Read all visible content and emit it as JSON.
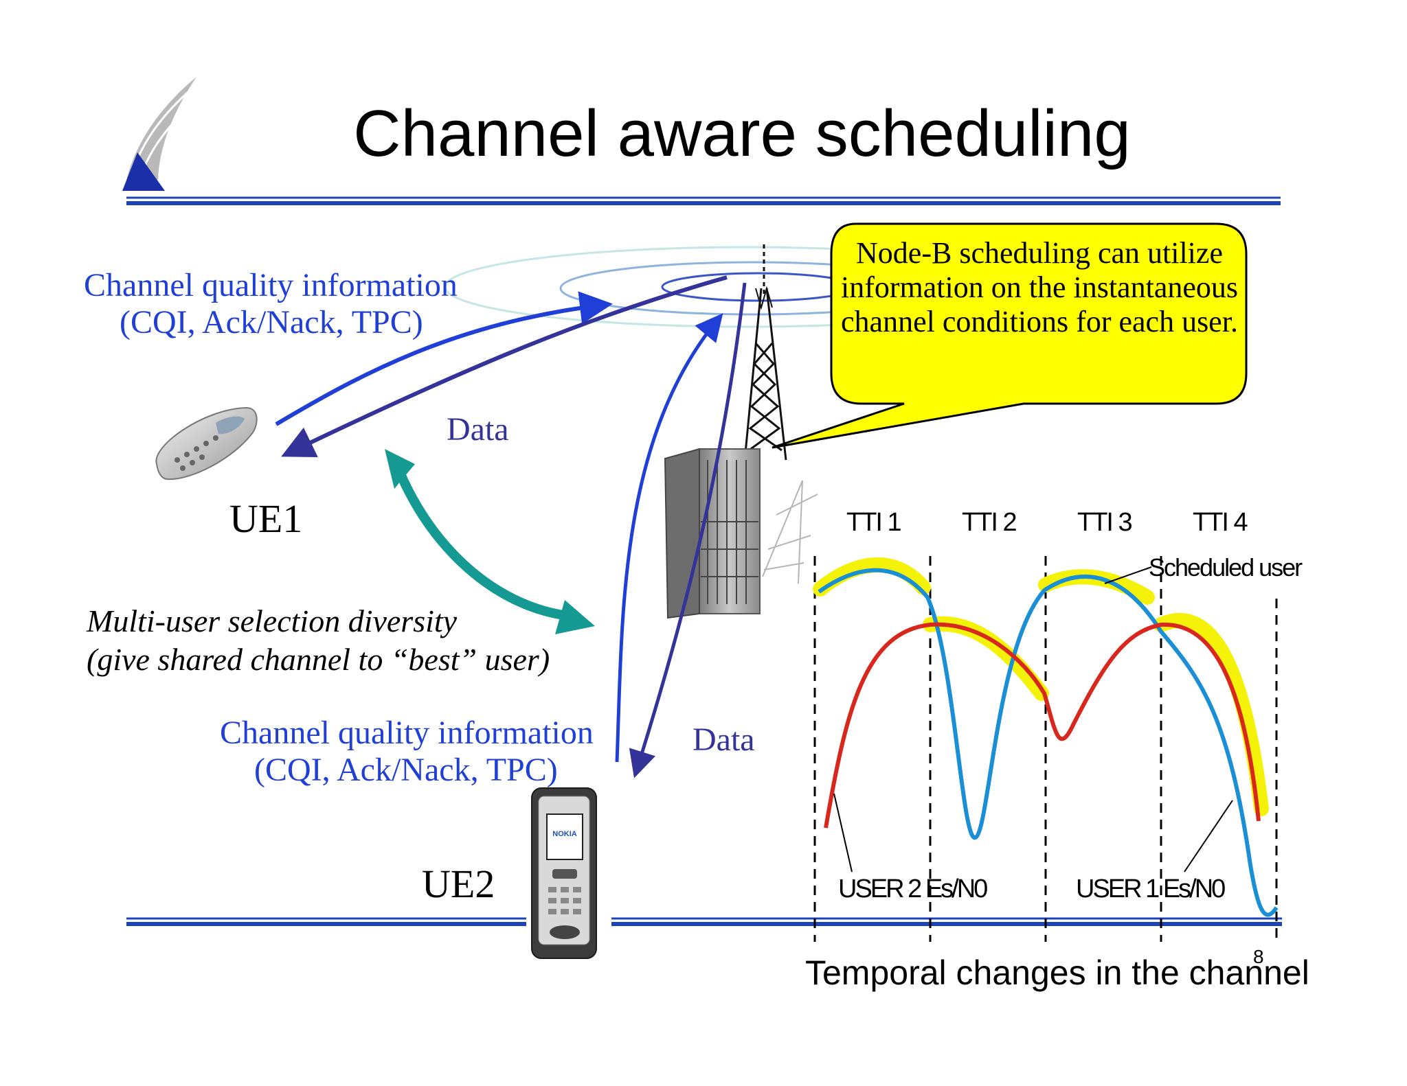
{
  "slide": {
    "title": "Channel aware scheduling",
    "page_number": "8"
  },
  "links": {
    "ue1_uplink_label_line1": "Channel quality information",
    "ue1_uplink_label_line2": "(CQI, Ack/Nack, TPC)",
    "ue1_downlink_label": "Data",
    "ue2_uplink_label_line1": "Channel quality information",
    "ue2_uplink_label_line2": "(CQI, Ack/Nack, TPC)",
    "ue2_downlink_label": "Data"
  },
  "nodes": {
    "ue1": "UE1",
    "ue2": "UE2"
  },
  "diversity": {
    "line1": "Multi-user selection diversity",
    "line2": "(give shared channel to “best” user)"
  },
  "callout": {
    "text": "Node-B scheduling can utilize information on the instantaneous channel conditions for each user."
  },
  "graph": {
    "tti_labels": [
      "TTI 1",
      "TTI 2",
      "TTI 3",
      "TTI 4"
    ],
    "scheduled_user_label": "Scheduled user",
    "user2_label": "USER 2 Es/N0",
    "user1_label": "USER 1 Es/N0",
    "caption": "Temporal changes in the channel"
  },
  "colors": {
    "user1_curve": "#1a8fd6",
    "user2_curve": "#d8281e",
    "scheduled_highlight": "#f5f20a",
    "callout_fill": "#ffff00",
    "uplink_arrow": "#1f3fd6",
    "downlink_arrow": "#33339a",
    "diversity_arrow": "#159a93",
    "rule_lines": "#1c44b8"
  }
}
